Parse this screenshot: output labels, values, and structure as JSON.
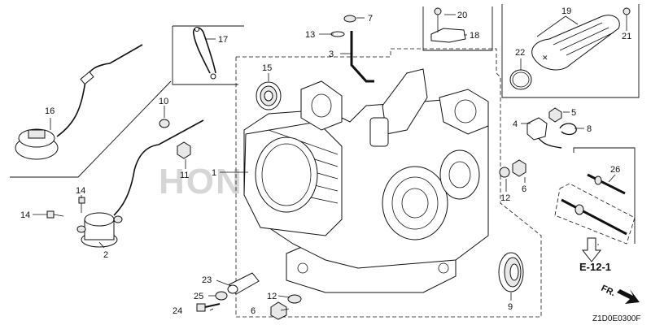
{
  "diagram": {
    "labels": [
      {
        "id": "p1",
        "text": "1"
      },
      {
        "id": "p2",
        "text": "2"
      },
      {
        "id": "p3",
        "text": "3"
      },
      {
        "id": "p4",
        "text": "4"
      },
      {
        "id": "p5",
        "text": "5"
      },
      {
        "id": "p6a",
        "text": "6"
      },
      {
        "id": "p6b",
        "text": "6"
      },
      {
        "id": "p7",
        "text": "7"
      },
      {
        "id": "p8",
        "text": "8"
      },
      {
        "id": "p9",
        "text": "9"
      },
      {
        "id": "p10",
        "text": "10"
      },
      {
        "id": "p11",
        "text": "11"
      },
      {
        "id": "p12a",
        "text": "12"
      },
      {
        "id": "p12b",
        "text": "12"
      },
      {
        "id": "p13",
        "text": "13"
      },
      {
        "id": "p14a",
        "text": "14"
      },
      {
        "id": "p14b",
        "text": "14"
      },
      {
        "id": "p15",
        "text": "15"
      },
      {
        "id": "p16",
        "text": "16"
      },
      {
        "id": "p17",
        "text": "17"
      },
      {
        "id": "p18",
        "text": "18"
      },
      {
        "id": "p19",
        "text": "19"
      },
      {
        "id": "p20",
        "text": "20"
      },
      {
        "id": "p21",
        "text": "21"
      },
      {
        "id": "p22",
        "text": "22"
      },
      {
        "id": "p23",
        "text": "23"
      },
      {
        "id": "p24",
        "text": "24"
      },
      {
        "id": "p25",
        "text": "25"
      },
      {
        "id": "p26",
        "text": "26"
      }
    ],
    "reference": "E-12-1",
    "front_label": "FR.",
    "diagram_code": "Z1D0E0300F",
    "watermark": "HONDA"
  }
}
